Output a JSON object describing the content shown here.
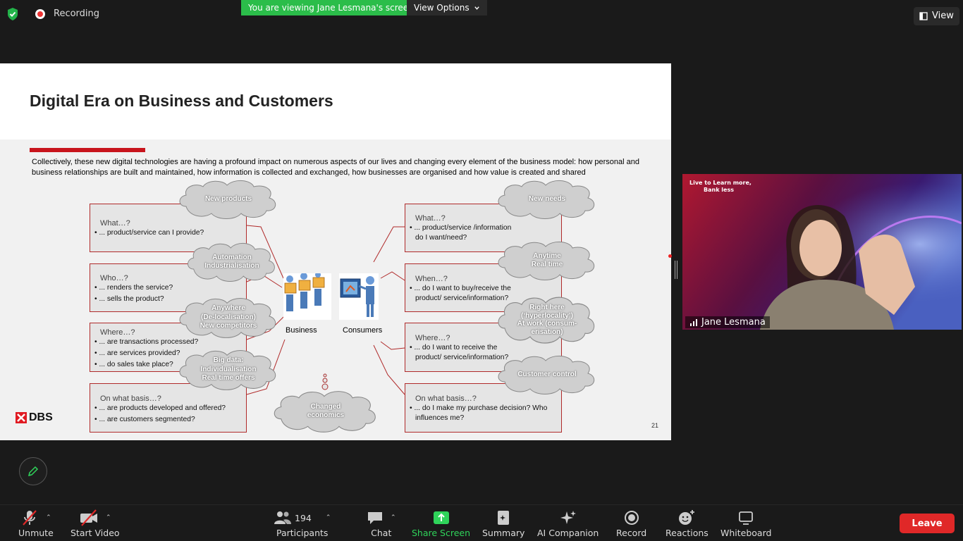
{
  "topbar": {
    "recording_label": "Recording",
    "viewing_banner": "You are viewing Jane Lesmana's screen",
    "view_options_label": "View Options",
    "view_label": "View"
  },
  "slide": {
    "title": "Digital Era on Business and Customers",
    "intro": "Collectively, these new digital technologies are having a profound impact on numerous aspects of our lives and changing every element of the business model: how personal and business relationships are built and maintained, how information is collected and exchanged, how businesses are organised and how value is created and shared",
    "left_boxes": [
      {
        "q": "What…?",
        "b1": "• ... product/service can I provide?",
        "b2": ""
      },
      {
        "q": "Who…?",
        "b1": "• ... renders the service?",
        "b2": "• ... sells the product?"
      },
      {
        "q": "Where…?",
        "b1": "• ... are transactions processed?",
        "b2": "• ... are services provided?",
        "b3": "• ... do sales take place?"
      },
      {
        "q": "On what basis…?",
        "b1": "• ... are products developed and offered?",
        "b2": "• ... are customers segmented?"
      }
    ],
    "right_boxes": [
      {
        "q": "What…?",
        "b1": "• ... product/service /information",
        "b2": "do I want/need?"
      },
      {
        "q": "When…?",
        "b1": "• ... do I want to buy/receive the",
        "b2": "product/ service/information?"
      },
      {
        "q": "Where…?",
        "b1": "• ... do I want to receive the",
        "b2": "product/ service/information?"
      },
      {
        "q": "On what basis…?",
        "b1": "• ... do I make my purchase decision? Who",
        "b2": "influences me?"
      }
    ],
    "left_clouds": [
      {
        "l1": "New products",
        "l2": "",
        "l3": ""
      },
      {
        "l1": "Automation",
        "l2": "Industrialisation",
        "l3": ""
      },
      {
        "l1": "Anywhere",
        "l2": "(De-localisation)",
        "l3": "New competitors"
      },
      {
        "l1": "Big data:",
        "l2": "Individualisation",
        "l3": "Real time offers"
      }
    ],
    "right_clouds": [
      {
        "l1": "New needs",
        "l2": "",
        "l3": "",
        "l4": ""
      },
      {
        "l1": "Anytime",
        "l2": "Real time",
        "l3": "",
        "l4": ""
      },
      {
        "l1": "Right here",
        "l2": "(‘hyperlocality’)",
        "l3": "At work (consum-",
        "l4": "erisation)"
      },
      {
        "l1": "Customer control",
        "l2": "",
        "l3": "",
        "l4": ""
      }
    ],
    "center_cloud": {
      "l1": "Changed",
      "l2": "economics"
    },
    "business_label": "Business",
    "consumers_label": "Consumers",
    "logo_text": "DBS",
    "page_number": "21"
  },
  "video": {
    "participant_name": "Jane Lesmana",
    "banner_line1": "Live to Learn more,",
    "banner_line2": "Bank less"
  },
  "toolbar": {
    "unmute": "Unmute",
    "start_video": "Start Video",
    "participants": "Participants",
    "participants_count": "194",
    "chat": "Chat",
    "share_screen": "Share Screen",
    "summary": "Summary",
    "ai_companion": "AI Companion",
    "record": "Record",
    "reactions": "Reactions",
    "whiteboard": "Whiteboard",
    "leave": "Leave"
  },
  "colors": {
    "accent_green": "#2bbd4a",
    "leave_red": "#e02828",
    "slide_red": "#c8141c"
  }
}
